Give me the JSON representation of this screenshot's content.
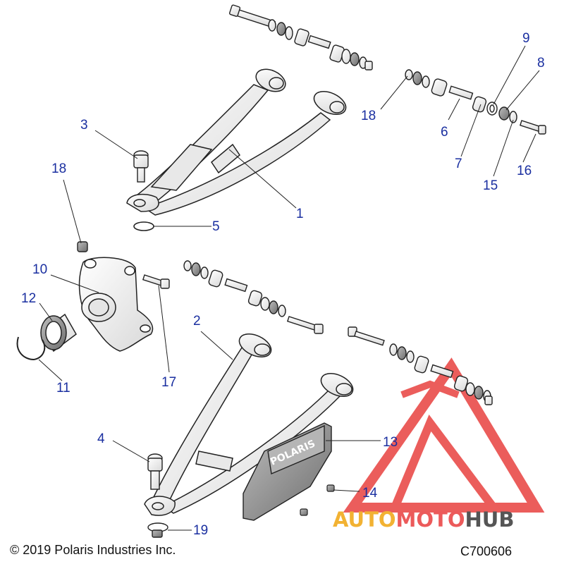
{
  "diagram": {
    "callouts": [
      {
        "id": "c1",
        "label": "1"
      },
      {
        "id": "c2",
        "label": "2"
      },
      {
        "id": "c3",
        "label": "3"
      },
      {
        "id": "c4",
        "label": "4"
      },
      {
        "id": "c5",
        "label": "5"
      },
      {
        "id": "c6",
        "label": "6"
      },
      {
        "id": "c7",
        "label": "7"
      },
      {
        "id": "c8",
        "label": "8"
      },
      {
        "id": "c9",
        "label": "9"
      },
      {
        "id": "c10",
        "label": "10"
      },
      {
        "id": "c11",
        "label": "11"
      },
      {
        "id": "c12",
        "label": "12"
      },
      {
        "id": "c13",
        "label": "13"
      },
      {
        "id": "c14",
        "label": "14"
      },
      {
        "id": "c15",
        "label": "15"
      },
      {
        "id": "c16",
        "label": "16"
      },
      {
        "id": "c17",
        "label": "17"
      },
      {
        "id": "c18a",
        "label": "18"
      },
      {
        "id": "c18b",
        "label": "18"
      },
      {
        "id": "c19",
        "label": "19"
      }
    ],
    "copyright": "© 2019 Polaris Industries Inc.",
    "figure_code": "C700606",
    "skid_plate_text": "POLARIS"
  },
  "watermark": {
    "part1": "AUTO",
    "part2": "MOTO",
    "part3": "HUB",
    "colors": {
      "auto": "#f2b233",
      "moto": "#ec5a5a",
      "hub": "#555555",
      "logo": "#e8413f"
    }
  },
  "colors": {
    "callout": "#1a2fa0",
    "line_art": "#222222",
    "part_fill": "#f2f2f2"
  }
}
